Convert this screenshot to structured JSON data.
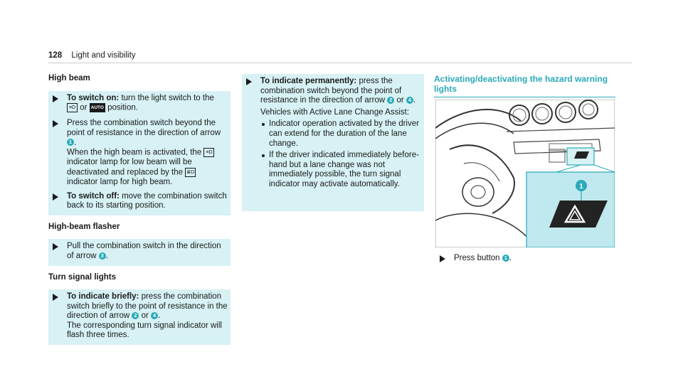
{
  "header": {
    "page_number": "128",
    "section": "Light and visibility"
  },
  "col1": {
    "high_beam_title": "High beam",
    "switch_on_label": "To switch on:",
    "switch_on_text_a": " turn the light switch to the",
    "switch_on_sym1": "≡D",
    "switch_on_or": " or ",
    "switch_on_sym2": "AUTO",
    "switch_on_text_b": " position.",
    "press_text": "Press the combination switch beyond the point of resistance in the direction of arrow",
    "press_badge": "1",
    "press_text_end": ".",
    "when_text_a": "When the high beam is activated, the",
    "when_sym1": "≡D",
    "when_text_b": "indicator lamp for low beam will be deactivated and replaced by the",
    "when_sym2": "≣D",
    "when_text_c": "indicator lamp for high beam.",
    "switch_off_label": "To switch off:",
    "switch_off_text": " move the combination switch back to its starting position.",
    "flasher_title": "High-beam flasher",
    "flasher_text": "Pull the combination switch in the direction of arrow",
    "flasher_badge": "3",
    "flasher_end": ".",
    "turn_title": "Turn signal lights",
    "briefly_label": "To indicate briefly:",
    "briefly_text": " press the combination switch briefly to the point of resistance in the direction of arrow",
    "briefly_badge1": "2",
    "briefly_or": " or ",
    "briefly_badge2": "4",
    "briefly_end": ".",
    "flash_text": "The corresponding turn signal indicator will flash three times."
  },
  "col2": {
    "perm_label": "To indicate permanently:",
    "perm_text": " press the combination switch beyond the point of resistance in the direction of arrow",
    "perm_badge1": "2",
    "perm_or": " or ",
    "perm_badge2": "4",
    "perm_end": ".",
    "assist_text": "Vehicles with Active Lane Change Assist:",
    "bullet1": "Indicator operation activated by the driver can extend for the duration of the lane change.",
    "bullet2": "If the driver indicated immediately before-hand but a lane change was not immediately possible, the turn signal indicator may activate automatically."
  },
  "col3": {
    "title": "Activating/deactivating the hazard warning lights",
    "illus_badge": "1",
    "press_text": "Press button",
    "press_badge": "1",
    "press_end": "."
  }
}
